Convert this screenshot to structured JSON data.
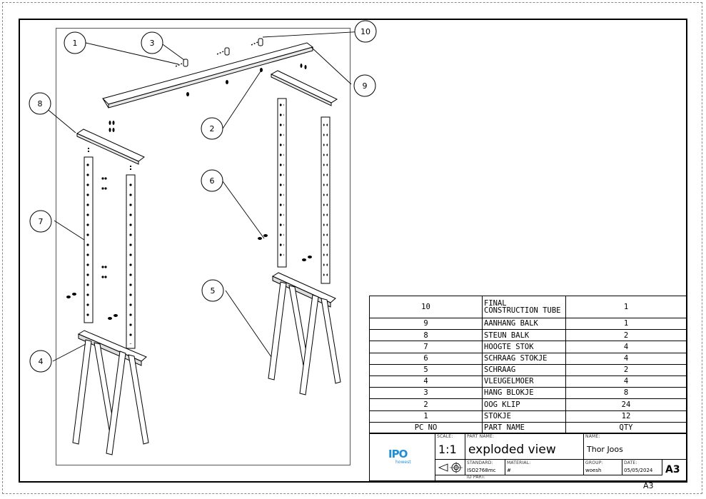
{
  "callouts": [
    "1",
    "2",
    "3",
    "4",
    "5",
    "6",
    "7",
    "8",
    "9",
    "10"
  ],
  "bom": {
    "rows": [
      {
        "pc_no": "10",
        "part_name": "FINAL CONSTRUCTION TUBE",
        "qty": "1"
      },
      {
        "pc_no": "9",
        "part_name": "AANHANG BALK",
        "qty": "1"
      },
      {
        "pc_no": "8",
        "part_name": "STEUN BALK",
        "qty": "2"
      },
      {
        "pc_no": "7",
        "part_name": "HOOGTE STOK",
        "qty": "4"
      },
      {
        "pc_no": "6",
        "part_name": "SCHRAAG STOKJE",
        "qty": "4"
      },
      {
        "pc_no": "5",
        "part_name": "SCHRAAG",
        "qty": "2"
      },
      {
        "pc_no": "4",
        "part_name": "VLEUGELMOER",
        "qty": "4"
      },
      {
        "pc_no": "3",
        "part_name": "HANG BLOKJE",
        "qty": "8"
      },
      {
        "pc_no": "2",
        "part_name": "OOG KLIP",
        "qty": "24"
      },
      {
        "pc_no": "1",
        "part_name": "STOKJE",
        "qty": "12"
      }
    ],
    "header": {
      "pc_no": "PC NO",
      "part_name": "PART NAME",
      "qty": "QTY"
    }
  },
  "title_block": {
    "logo_text": "IPO",
    "logo_sub": "howest",
    "scale_label": "SCALE:",
    "scale": "1:1",
    "part_name_label": "PART NAME:",
    "part_name": "exploded view",
    "name_label": "NAME:",
    "name": "Thor Joos",
    "standard_label": "STANDARD:",
    "standard": "ISO2768mc",
    "material_label": "MATERIAL:",
    "material": "#",
    "group_label": "GROUP:",
    "group": "woesh",
    "date_label": "DATE:",
    "date": "05/05/2024",
    "id_part_label": "ID PART:",
    "sheet_size": "A3"
  },
  "sheet_size_mark": "A3",
  "colors": {
    "accent_logo": "#1f8fd6",
    "line": "#000000",
    "frame_dashed": "#8a8a8a"
  }
}
